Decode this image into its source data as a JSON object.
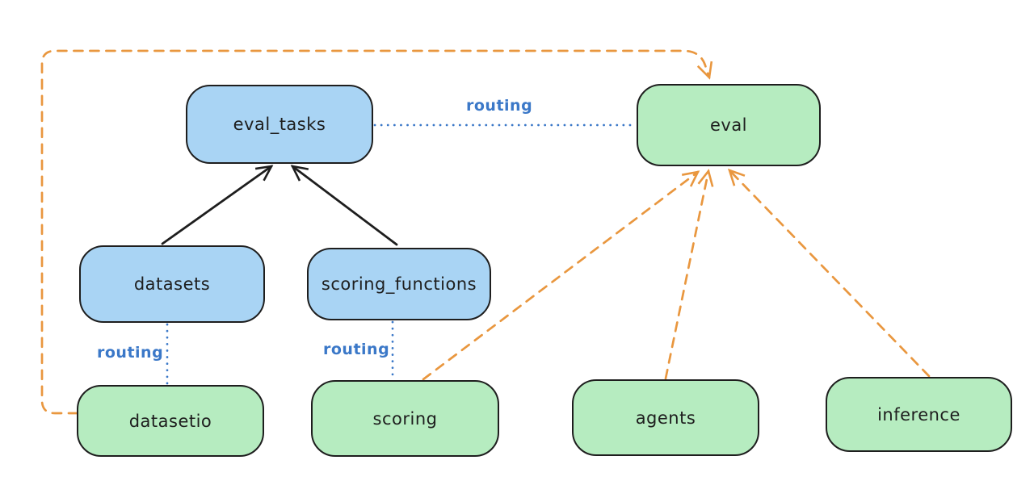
{
  "diagram": {
    "nodes": [
      {
        "id": "eval_tasks",
        "label": "eval_tasks",
        "kind": "registry"
      },
      {
        "id": "eval",
        "label": "eval",
        "kind": "api"
      },
      {
        "id": "datasets",
        "label": "datasets",
        "kind": "registry"
      },
      {
        "id": "scoring_functions",
        "label": "scoring_functions",
        "kind": "registry"
      },
      {
        "id": "datasetio",
        "label": "datasetio",
        "kind": "api"
      },
      {
        "id": "scoring",
        "label": "scoring",
        "kind": "api"
      },
      {
        "id": "agents",
        "label": "agents",
        "kind": "api"
      },
      {
        "id": "inference",
        "label": "inference",
        "kind": "api"
      }
    ],
    "edges": [
      {
        "from": "datasets",
        "to": "eval_tasks",
        "style": "solid-arrow",
        "color": "black"
      },
      {
        "from": "scoring_functions",
        "to": "eval_tasks",
        "style": "solid-arrow",
        "color": "black"
      },
      {
        "from": "eval_tasks",
        "to": "eval",
        "style": "dotted-line",
        "color": "blue",
        "label": "routing"
      },
      {
        "from": "datasets",
        "to": "datasetio",
        "style": "dotted-line",
        "color": "blue",
        "label": "routing"
      },
      {
        "from": "scoring_functions",
        "to": "scoring",
        "style": "dotted-line",
        "color": "blue",
        "label": "routing"
      },
      {
        "from": "datasetio",
        "to": "eval",
        "style": "dashed-arrow",
        "color": "orange"
      },
      {
        "from": "scoring",
        "to": "eval",
        "style": "dashed-arrow",
        "color": "orange"
      },
      {
        "from": "agents",
        "to": "eval",
        "style": "dashed-arrow",
        "color": "orange"
      },
      {
        "from": "inference",
        "to": "eval",
        "style": "dashed-arrow",
        "color": "orange"
      }
    ]
  },
  "colors": {
    "blue_node_fill": "#a9d4f4",
    "green_node_fill": "#b6ecc0",
    "node_border": "#1e1e1e",
    "routing_blue": "#3b78c8",
    "provider_orange": "#e9973f",
    "arrow_black": "#1e1e1e",
    "background": "#ffffff"
  }
}
